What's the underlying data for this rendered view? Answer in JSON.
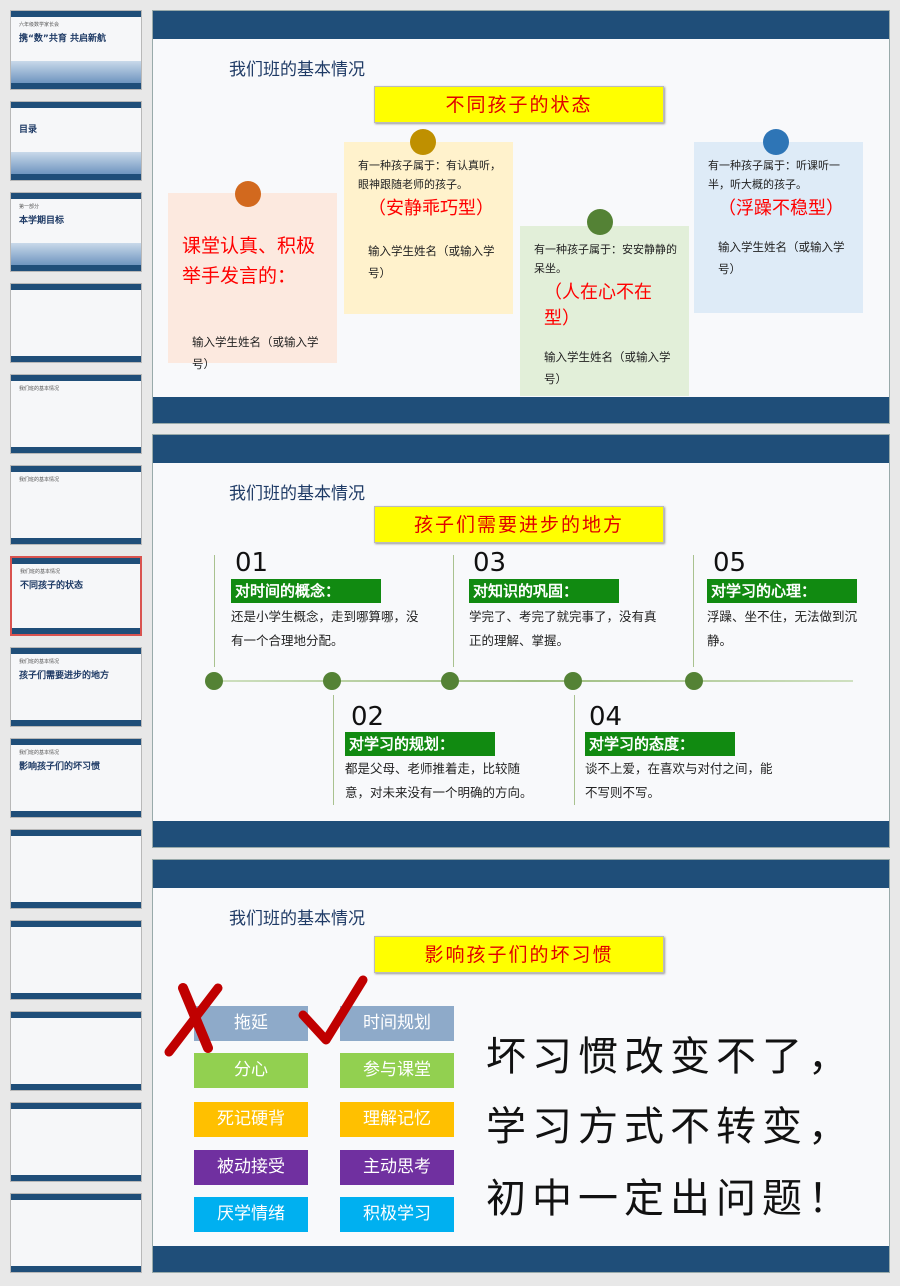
{
  "thumbnails": [
    {
      "sub": "六年级数学家长会",
      "title": "携“数”共育 共启新航"
    },
    {
      "title": "目录"
    },
    {
      "sub": "第一部分",
      "title": "本学期目标"
    },
    {
      "title": ""
    },
    {
      "sub": "我们班的基本情况",
      "title": ""
    },
    {
      "sub": "我们班的基本情况",
      "title": ""
    },
    {
      "sub": "我们班的基本情况",
      "title": "不同孩子的状态"
    },
    {
      "sub": "我们班的基本情况",
      "title": "孩子们需要进步的地方"
    },
    {
      "sub": "我们班的基本情况",
      "title": "影响孩子们的坏习惯"
    },
    {
      "title": ""
    },
    {
      "title": ""
    },
    {
      "title": ""
    },
    {
      "title": ""
    },
    {
      "title": ""
    }
  ],
  "slide1": {
    "heading": "我们班的基本情况",
    "banner": "不同孩子的状态",
    "cards": [
      {
        "big": "课堂认真、积极举手发言的：",
        "input": "输入学生姓名（或输入学号）",
        "color": "#fce9df",
        "dot": "#d2691e"
      },
      {
        "desc": "有一种孩子属于：有认真听，眼神跟随老师的孩子。",
        "type": "（安静乖巧型）",
        "input": "输入学生姓名（或输入学号）",
        "color": "#fff2cc",
        "dot": "#bf9000"
      },
      {
        "desc": "有一种孩子属于：安安静静的呆坐。",
        "type": "（人在心不在型）",
        "input": "输入学生姓名（或输入学号）",
        "color": "#e2efd9",
        "dot": "#548235"
      },
      {
        "desc": "有一种孩子属于：听课听一半，听大概的孩子。",
        "type": "（浮躁不稳型）",
        "input": "输入学生姓名（或输入学号）",
        "color": "#deebf7",
        "dot": "#2e75b6"
      }
    ]
  },
  "slide2": {
    "heading": "我们班的基本情况",
    "banner": "孩子们需要进步的地方",
    "items": [
      {
        "num": "01",
        "label": "对时间的概念：",
        "text": "还是小学生概念，走到哪算哪，没有一个合理地分配。"
      },
      {
        "num": "02",
        "label": "对学习的规划：",
        "text": "都是父母、老师推着走，比较随意，对未来没有一个明确的方向。"
      },
      {
        "num": "03",
        "label": "对知识的巩固：",
        "text": "学完了、考完了就完事了，没有真正的理解、掌握。"
      },
      {
        "num": "04",
        "label": "对学习的态度：",
        "text": "谈不上爱，在喜欢与对付之间，能不写则不写。"
      },
      {
        "num": "05",
        "label": "对学习的心理：",
        "text": "浮躁、坐不住，无法做到沉静。"
      }
    ]
  },
  "slide3": {
    "heading": "我们班的基本情况",
    "banner": "影响孩子们的坏习惯",
    "bad": [
      "拖延",
      "分心",
      "死记硬背",
      "被动接受",
      "厌学情绪"
    ],
    "good": [
      "时间规划",
      "参与课堂",
      "理解记忆",
      "主动思考",
      "积极学习"
    ],
    "row_colors": [
      "#8eaac9",
      "#92d050",
      "#ffc000",
      "#7030a0",
      "#00b0f0"
    ],
    "lines": [
      "坏习惯改变不了，",
      "学习方式不转变，",
      "初中一定出问题！"
    ]
  }
}
